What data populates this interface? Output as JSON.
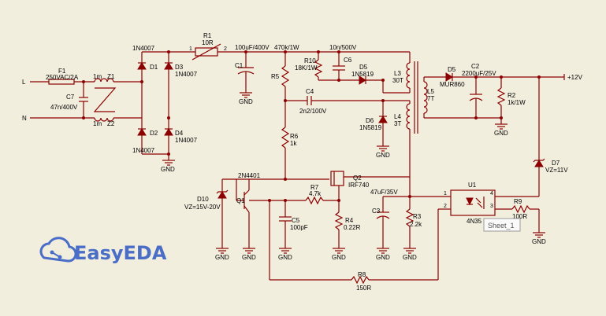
{
  "terminals": {
    "L": "L",
    "N": "N",
    "out": "+12V"
  },
  "components": {
    "F1": [
      "F1",
      "250VAC/2A"
    ],
    "C7": [
      "C7",
      "47n/400V"
    ],
    "Z1": [
      "1m",
      "Z1"
    ],
    "Z2": [
      "1m",
      "Z2"
    ],
    "D1": [
      "1N4007",
      "D1"
    ],
    "D2": [
      "D2",
      "1N4007"
    ],
    "D3": [
      "D3",
      "1N4007"
    ],
    "D4": [
      "D4",
      "1N4007"
    ],
    "R1": [
      "R1",
      "10R"
    ],
    "C1": [
      "100uF/400V",
      "C1"
    ],
    "R5": [
      "470k/1W",
      "R5"
    ],
    "R10": [
      "R10",
      "18K/1W"
    ],
    "C6": [
      "10n/500V",
      "C6"
    ],
    "D5": [
      "D5",
      "1N5819"
    ],
    "C4": [
      "C4",
      "2n2/100V"
    ],
    "L3": [
      "L3",
      "30T"
    ],
    "L4": [
      "L4",
      "3T"
    ],
    "D6": [
      "D6",
      "1N5819"
    ],
    "L5": [
      "L5",
      "7T"
    ],
    "D5b": [
      "D5",
      "MUR860"
    ],
    "C2": [
      "C2",
      "2200uF/25V"
    ],
    "R2": [
      "R2",
      "1k/1W"
    ],
    "R6": [
      "R6",
      "1k"
    ],
    "Q2": [
      "Q2",
      "IRF740"
    ],
    "Q1": [
      "2N4401",
      "Q1"
    ],
    "D10": [
      "D10",
      "VZ=15V-20V"
    ],
    "R7": [
      "R7",
      "4.7k"
    ],
    "C5": [
      "C5",
      "100pF"
    ],
    "R4": [
      "R4",
      "0.22R"
    ],
    "C3": [
      "47uF/35V",
      "C3"
    ],
    "R3": [
      "R3",
      "2.2k"
    ],
    "U1": [
      "U1",
      "4N35"
    ],
    "R9": [
      "R9",
      "100R"
    ],
    "D7": [
      "D7",
      "VZ=11V"
    ],
    "R8": [
      "R8",
      "150R"
    ]
  },
  "pins": {
    "r1_1": "1",
    "r1_2": "2",
    "u1_1": "1",
    "u1_2": "2",
    "u1_3": "3",
    "u1_4": "4"
  },
  "gnd_label": "GND",
  "sheet_tag": "Sheet_1",
  "logo": "EasyEDA",
  "colors": {
    "wire": "#8b0000",
    "background": "#f2eede",
    "logo": "#4a6ec8"
  }
}
